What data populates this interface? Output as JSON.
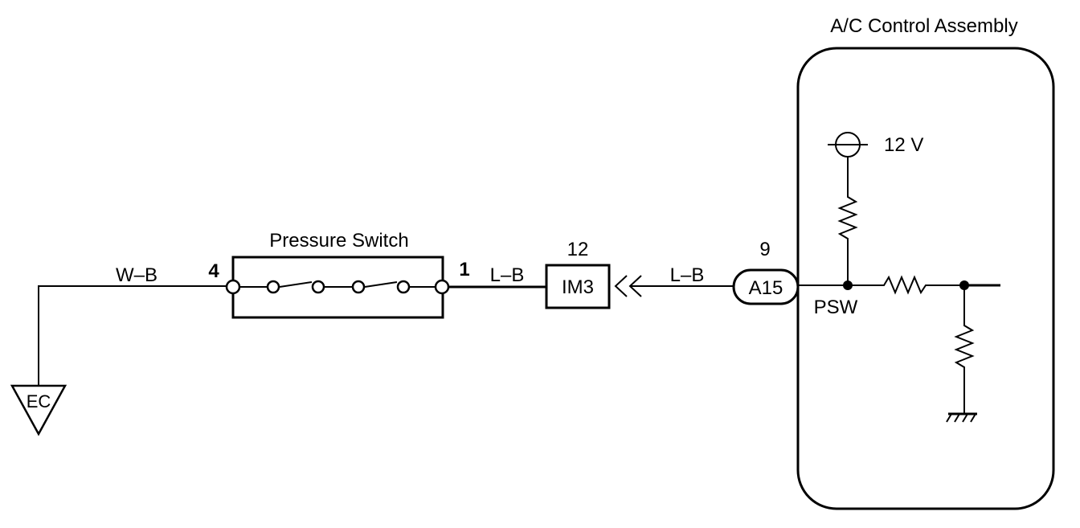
{
  "assembly": {
    "title": "A/C Control Assembly"
  },
  "ground_ec": {
    "label": "EC"
  },
  "wire_left": {
    "color_code": "W–B"
  },
  "pressure_switch": {
    "label": "Pressure Switch",
    "pin_left": "4",
    "pin_right": "1"
  },
  "wire_mid": {
    "color_code": "L–B"
  },
  "connector_im3": {
    "label": "IM3",
    "pin": "12"
  },
  "wire_right": {
    "color_code": "L–B"
  },
  "connector_a15": {
    "label": "A15",
    "pin": "9"
  },
  "terminal": {
    "label": "PSW"
  },
  "supply": {
    "label": "12 V"
  },
  "colors": {
    "line": "#000000",
    "background": "#ffffff"
  }
}
